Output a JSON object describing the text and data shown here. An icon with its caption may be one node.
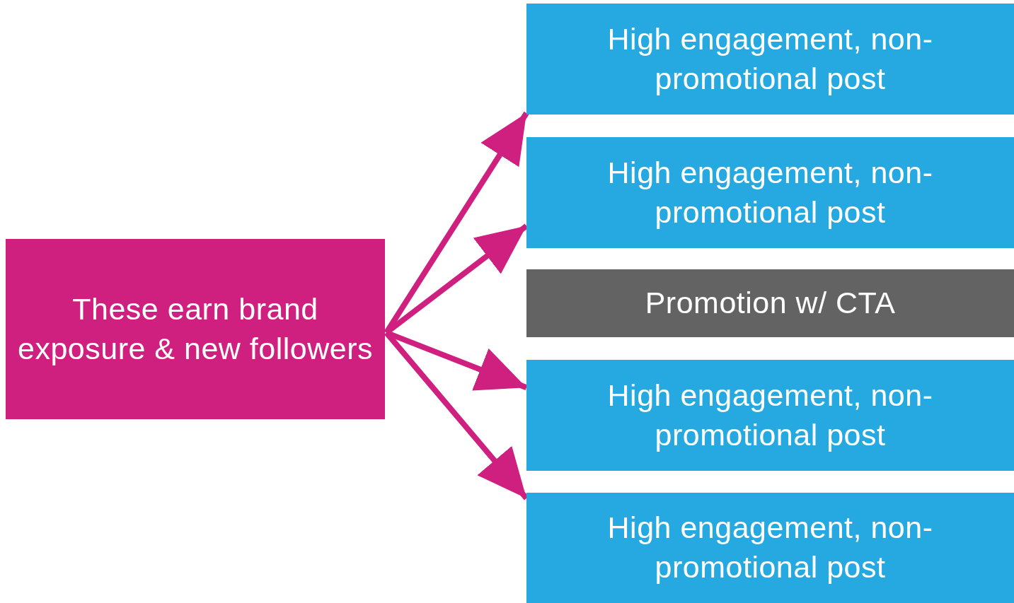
{
  "diagram": {
    "nodes": [
      {
        "text": [
          "These earn brand exposure & new followers"
        ]
      },
      {
        "text": [
          "High engagement, non-promotional post"
        ]
      },
      {
        "text": [
          "High engagement, non-promotional post"
        ]
      },
      {
        "text": [
          "Promotion w/ CTA"
        ]
      },
      {
        "text": [
          "High engagement, non-promotional post"
        ]
      },
      {
        "text": [
          "High engagement, non-promotional post"
        ]
      }
    ],
    "edges": [
      {
        "from": 0,
        "to": 1,
        "arrow": "to"
      },
      {
        "from": 0,
        "to": 2,
        "arrow": "to"
      },
      {
        "from": 0,
        "to": 4,
        "arrow": "to"
      },
      {
        "from": 0,
        "to": 5,
        "arrow": "to"
      }
    ]
  }
}
